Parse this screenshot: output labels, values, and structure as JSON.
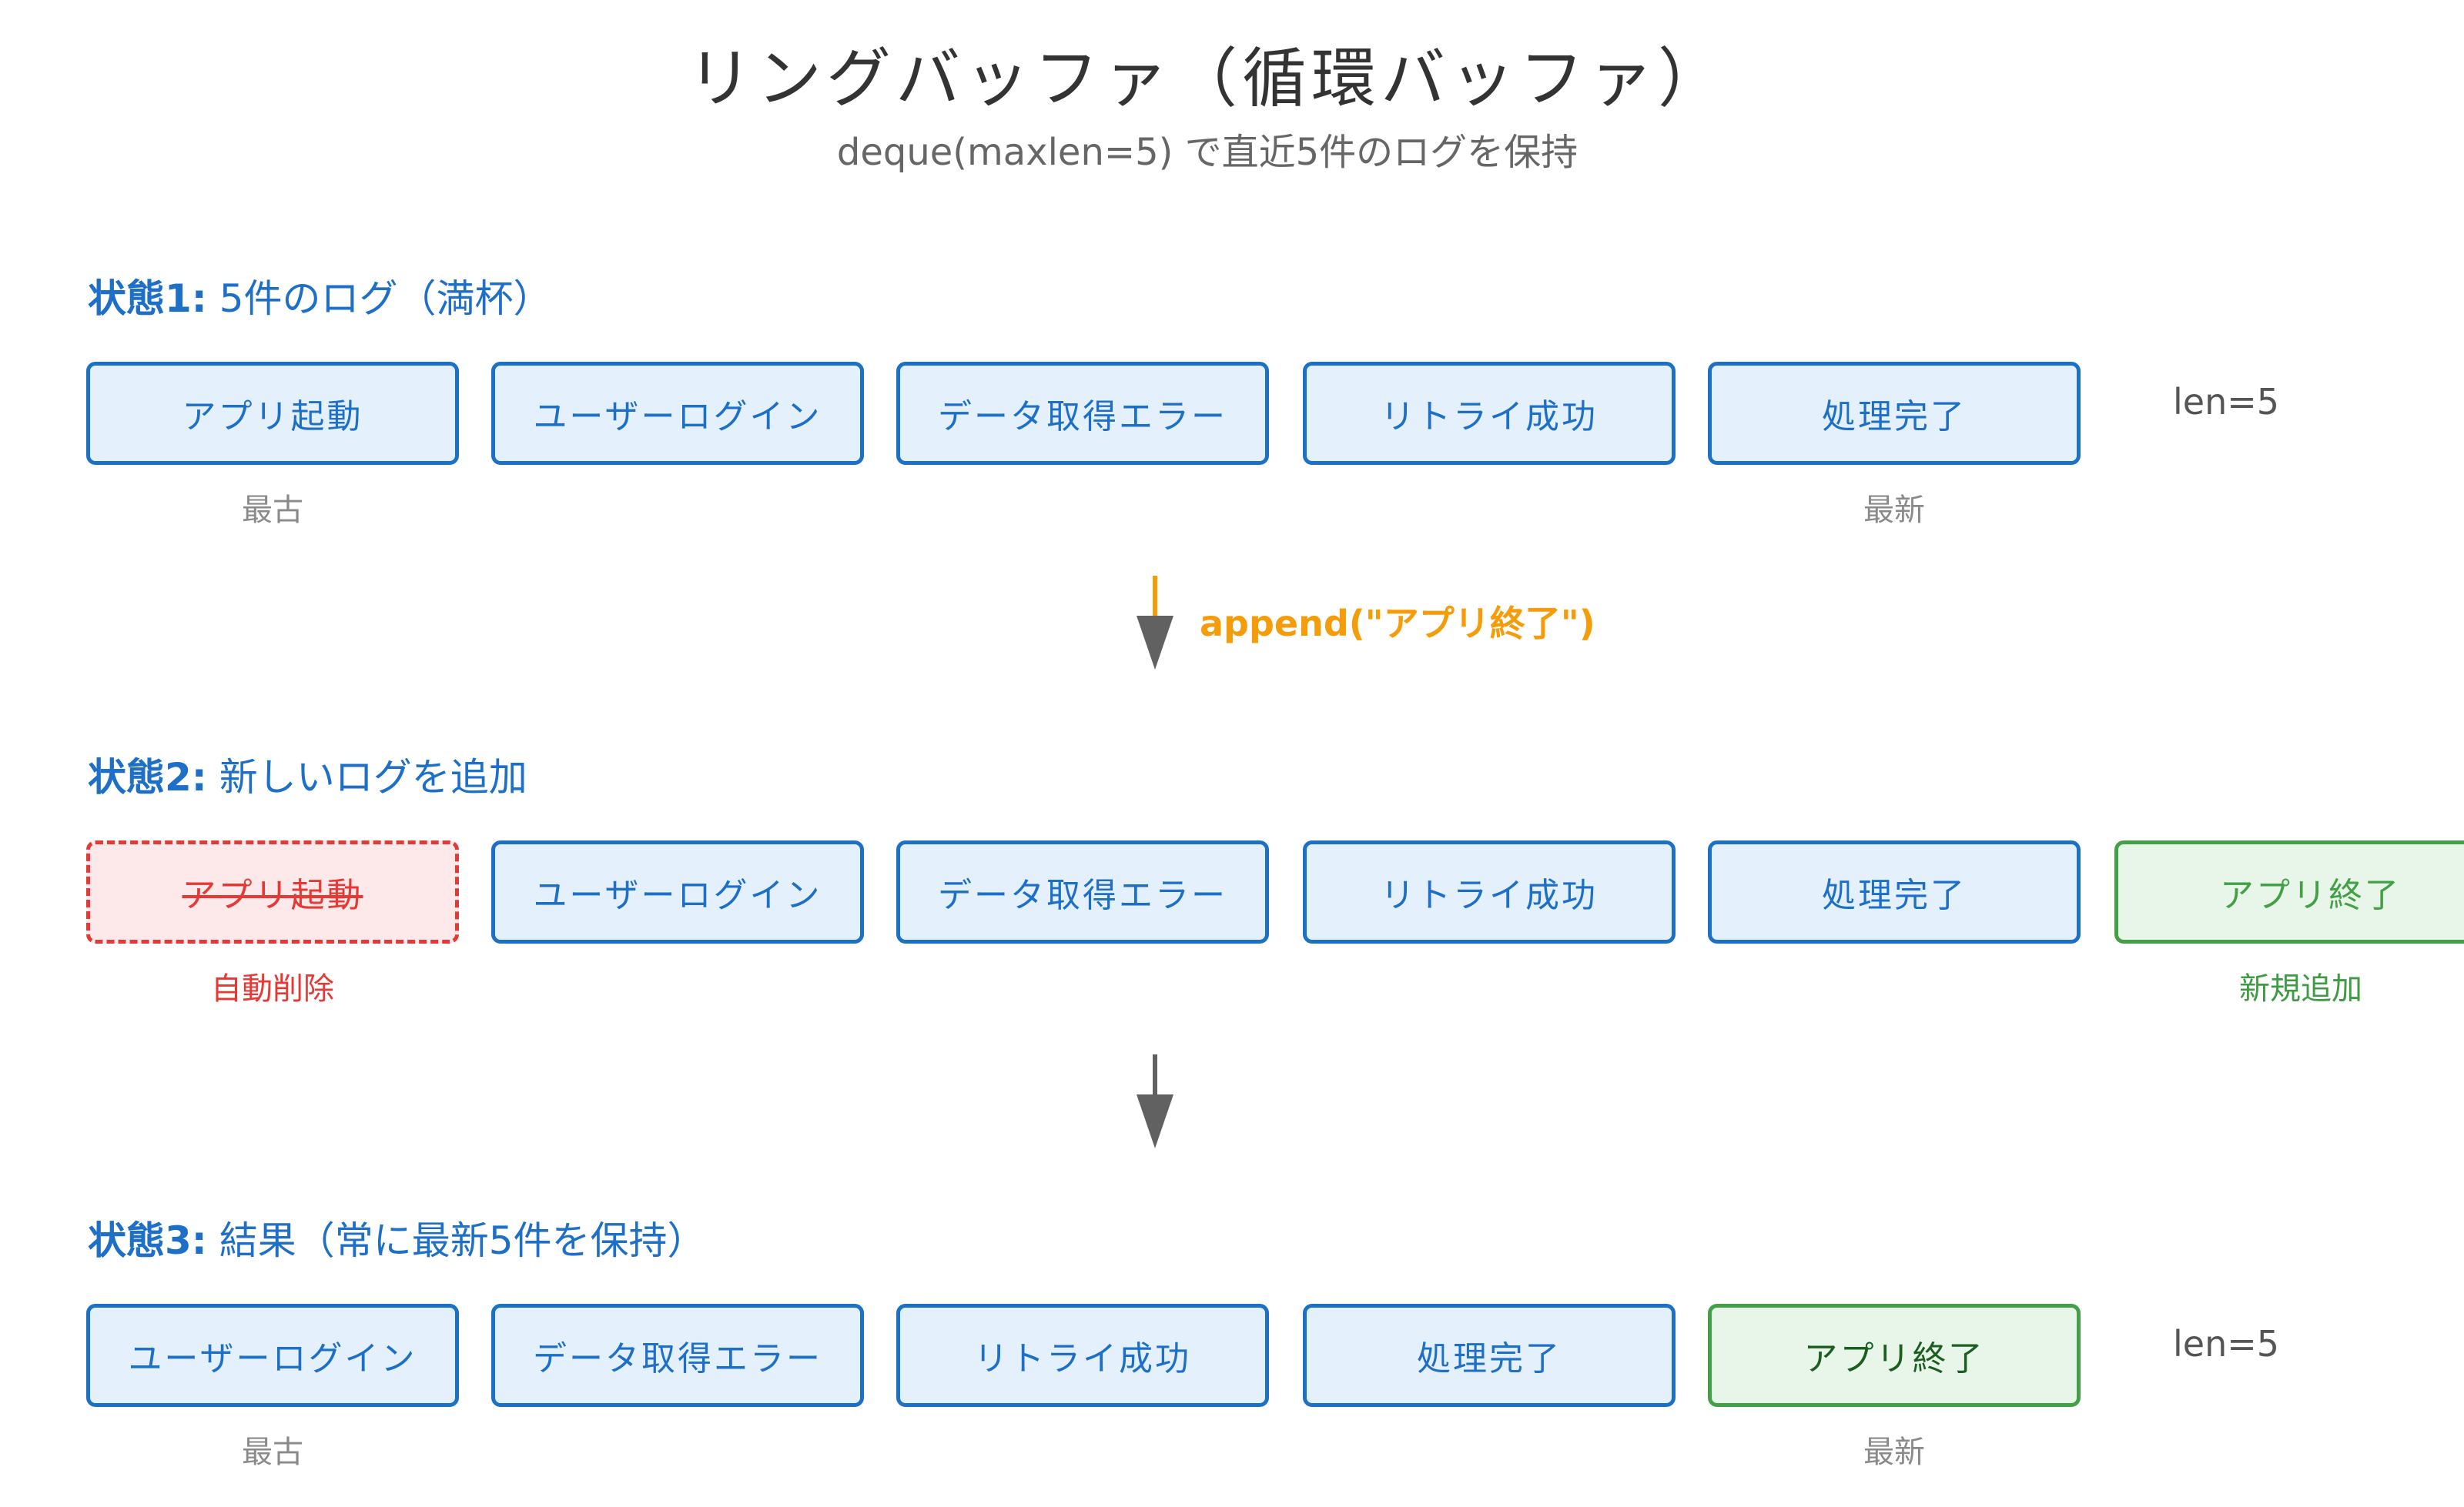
{
  "header": {
    "title": "リングバッファ（循環バッファ）",
    "subtitle": "deque(maxlen=5) で直近5件のログを保持"
  },
  "state1": {
    "label_prefix": "状態1:",
    "label_text": "5件のログ（満杯）",
    "items": [
      "アプリ起動",
      "ユーザーログイン",
      "データ取得エラー",
      "リトライ成功",
      "処理完了"
    ],
    "oldest_caption": "最古",
    "newest_caption": "最新",
    "len_label": "len=5"
  },
  "operation": {
    "label": "append(\"アプリ終了\")"
  },
  "state2": {
    "label_prefix": "状態2:",
    "label_text": "新しいログを追加",
    "removed_item": "アプリ起動",
    "items": [
      "ユーザーログイン",
      "データ取得エラー",
      "リトライ成功",
      "処理完了"
    ],
    "added_item": "アプリ終了",
    "removed_caption": "自動削除",
    "added_caption": "新規追加"
  },
  "state3": {
    "label_prefix": "状態3:",
    "label_text": "結果（常に最新5件を保持）",
    "items": [
      "ユーザーログイン",
      "データ取得エラー",
      "リトライ成功",
      "処理完了"
    ],
    "added_item": "アプリ終了",
    "oldest_caption": "最古",
    "newest_caption": "最新",
    "len_label": "len=5"
  },
  "colors": {
    "box_border": "#1c71c7",
    "box_fill": "#e4f1fc",
    "removed": "#e53935",
    "added": "#43a047",
    "operation": "#f59c0a",
    "arrow": "#616161"
  }
}
